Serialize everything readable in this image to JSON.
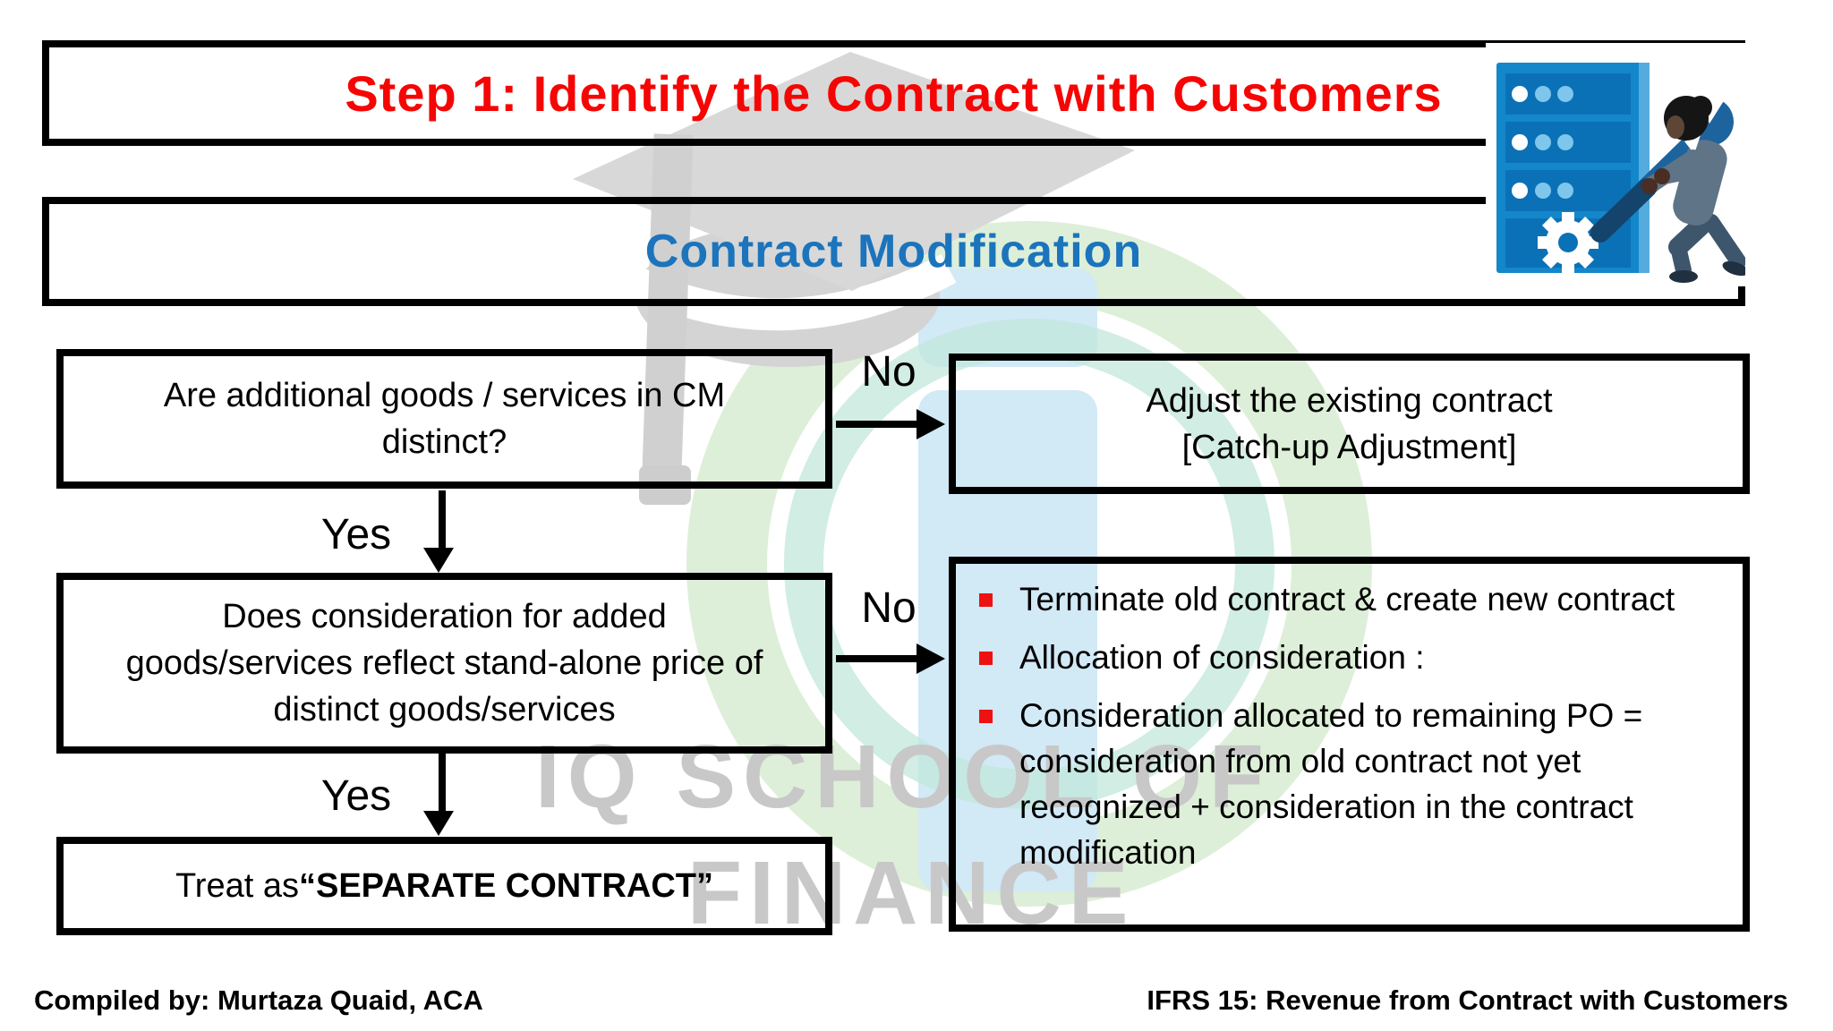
{
  "banners": {
    "step_title": "Step 1: Identify the Contract with Customers",
    "subtitle": "Contract Modification"
  },
  "flowchart": {
    "q1_box": {
      "lines": [
        "Are additional goods / services in CM",
        "distinct?"
      ]
    },
    "adjust_box": {
      "lines": [
        "Adjust the existing contract",
        "[Catch-up Adjustment]"
      ]
    },
    "q2_box": {
      "lines": [
        "Does consideration for added",
        "goods/services reflect stand-alone price of",
        "distinct goods/services"
      ]
    },
    "terminate_box": {
      "bullets": [
        "Terminate old contract & create new contract",
        "Allocation of consideration :",
        "Consideration allocated to remaining PO = consideration from old contract not yet recognized + consideration in the contract modification"
      ]
    },
    "result_box": {
      "prefix": "Treat as ",
      "emphasis": "“SEPARATE CONTRACT”"
    },
    "labels": {
      "no1": "No",
      "yes1": "Yes",
      "no2": "No",
      "yes2": "Yes"
    }
  },
  "footer": {
    "left": "Compiled by: Murtaza Quaid, ACA",
    "right": "IFRS 15: Revenue from Contract with Customers"
  },
  "watermark": {
    "line1": "IQ SCHOOL OF",
    "line2": "FINANCE"
  },
  "colors": {
    "title_red": "#f60505",
    "title_blue": "#1b74bc",
    "border_black": "#000000",
    "bullet_red": "#ee1111",
    "server_blue": "#1487cb",
    "slat_blue": "#0b71b6",
    "wrench_blue": "#1d649e",
    "watermark_grey": "#c8c8c8",
    "watermark_green": "#ddefd8",
    "watermark_light_blue": "#d2e9f6"
  }
}
